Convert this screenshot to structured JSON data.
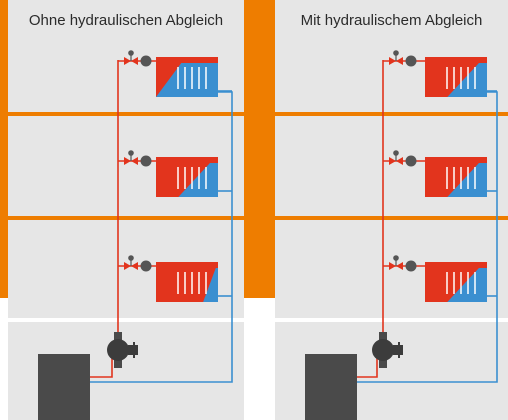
{
  "panels": [
    {
      "id": "without-balancing",
      "title": "Ohne hydraulischen Abgleich",
      "radiators": [
        {
          "floor": 3,
          "hot_fraction": 0.3
        },
        {
          "floor": 2,
          "hot_fraction": 0.6
        },
        {
          "floor": 1,
          "hot_fraction": 0.85
        }
      ]
    },
    {
      "id": "with-balancing",
      "title": "Mit hydraulischem Abgleich",
      "radiators": [
        {
          "floor": 3,
          "hot_fraction": 0.6
        },
        {
          "floor": 2,
          "hot_fraction": 0.6
        },
        {
          "floor": 1,
          "hot_fraction": 0.6
        }
      ]
    }
  ],
  "colors": {
    "background": "#ee7d00",
    "panel": "#e6e6e6",
    "floor_divider": "#ffffff",
    "supply_pipe": "#e2341d",
    "return_pipe": "#3a8fd0",
    "radiator_hot": "#e2341d",
    "radiator_cold": "#3a8fd0",
    "boiler": "#4a4a4a",
    "pump": "#3c3c3c"
  }
}
